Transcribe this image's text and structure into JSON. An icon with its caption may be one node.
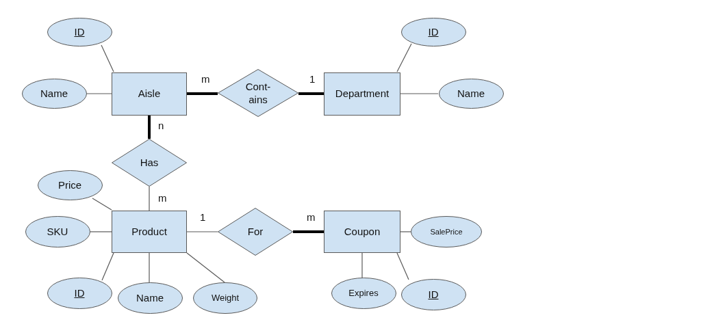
{
  "diagram": {
    "nodes": [
      {
        "text": [
          "ID"
        ]
      },
      {
        "text": [
          "ID"
        ]
      },
      {
        "text": [
          "Name"
        ]
      },
      {
        "text": [
          "Aisle"
        ]
      },
      {
        "text": [
          "Cont- ains"
        ]
      },
      {
        "text": [
          "Department"
        ]
      },
      {
        "text": [
          "Name"
        ]
      },
      {
        "text": [
          "Has"
        ]
      },
      {
        "text": [
          "Price"
        ]
      },
      {
        "text": [
          "Product"
        ]
      },
      {
        "text": [
          "For"
        ]
      },
      {
        "text": [
          "Coupon"
        ]
      },
      {
        "text": [
          "SKU"
        ]
      },
      {
        "text": [
          "SalePrice"
        ]
      },
      {
        "text": [
          "ID"
        ]
      },
      {
        "text": [
          "Name"
        ]
      },
      {
        "text": [
          "Weight"
        ]
      },
      {
        "text": [
          "Expires"
        ]
      },
      {
        "text": [
          "ID"
        ]
      }
    ],
    "edges": [
      {
        "from": 3,
        "to": 0,
        "arrow": "none"
      },
      {
        "from": 3,
        "to": 2,
        "arrow": "none"
      },
      {
        "from": 3,
        "to": 4,
        "arrow": "none",
        "label": "m",
        "style": "thick"
      },
      {
        "from": 4,
        "to": 5,
        "arrow": "none",
        "label": "1",
        "style": "thick"
      },
      {
        "from": 5,
        "to": 1,
        "arrow": "none"
      },
      {
        "from": 5,
        "to": 6,
        "arrow": "none"
      },
      {
        "from": 3,
        "to": 7,
        "arrow": "none",
        "label": "n",
        "style": "thick"
      },
      {
        "from": 7,
        "to": 9,
        "arrow": "none",
        "label": "m"
      },
      {
        "from": 9,
        "to": 8,
        "arrow": "none"
      },
      {
        "from": 9,
        "to": 12,
        "arrow": "none"
      },
      {
        "from": 9,
        "to": 10,
        "arrow": "none",
        "label": "1"
      },
      {
        "from": 10,
        "to": 11,
        "arrow": "none",
        "label": "m",
        "style": "thick"
      },
      {
        "from": 11,
        "to": 13,
        "arrow": "none"
      },
      {
        "from": 9,
        "to": 14,
        "arrow": "none"
      },
      {
        "from": 9,
        "to": 15,
        "arrow": "none"
      },
      {
        "from": 9,
        "to": 16,
        "arrow": "none"
      },
      {
        "from": 11,
        "to": 17,
        "arrow": "none"
      },
      {
        "from": 11,
        "to": 18,
        "arrow": "none"
      }
    ]
  }
}
